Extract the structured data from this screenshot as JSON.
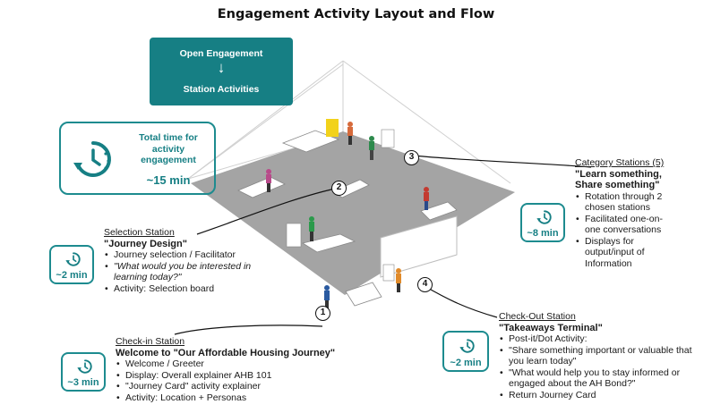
{
  "title": "Engagement Activity Layout and Flow",
  "flow_box": {
    "line1": "Open Engagement",
    "arrow": "↓",
    "line2": "Station Activities"
  },
  "total_card": {
    "title": "Total time for activity engagement",
    "duration": "~15 min",
    "icon": "clock-arrow-icon"
  },
  "stations": [
    {
      "number": "1",
      "heading": "Check-in Station",
      "subtitle": "Welcome to \"Our Affordable Housing Journey\"",
      "duration": "~3 min",
      "items": [
        "Welcome / Greeter",
        "Display: Overall explainer AHB 101",
        "\"Journey Card\" activity explainer",
        "Activity: Location + Personas"
      ]
    },
    {
      "number": "2",
      "heading": "Selection Station",
      "subtitle": "\"Journey Design\"",
      "duration": "~2 min",
      "items": [
        "Journey selection / Facilitator",
        "\"What would you be interested in learning today?\"",
        "Activity: Selection board"
      ]
    },
    {
      "number": "3",
      "heading": "Category Stations (5)",
      "subtitle_line1": "\"Learn something,",
      "subtitle_line2": "Share something\"",
      "duration": "~8 min",
      "items": [
        "Rotation through 2 chosen stations",
        "Facilitated one-on-one conversations",
        "Displays for output/input of Information"
      ]
    },
    {
      "number": "4",
      "heading": "Check-Out Station",
      "subtitle": "\"Takeaways Terminal\"",
      "duration": "~2 min",
      "items": [
        "Post-it/Dot Activity:",
        "\"Share something important or valuable that you learn today\"",
        "\"What would help you to stay informed or engaged about the AH Bond?\"",
        "Return Journey Card"
      ]
    }
  ],
  "colors": {
    "teal": "#167f84",
    "floor": "#a4a4a4",
    "wall": "#c9c9c9"
  }
}
